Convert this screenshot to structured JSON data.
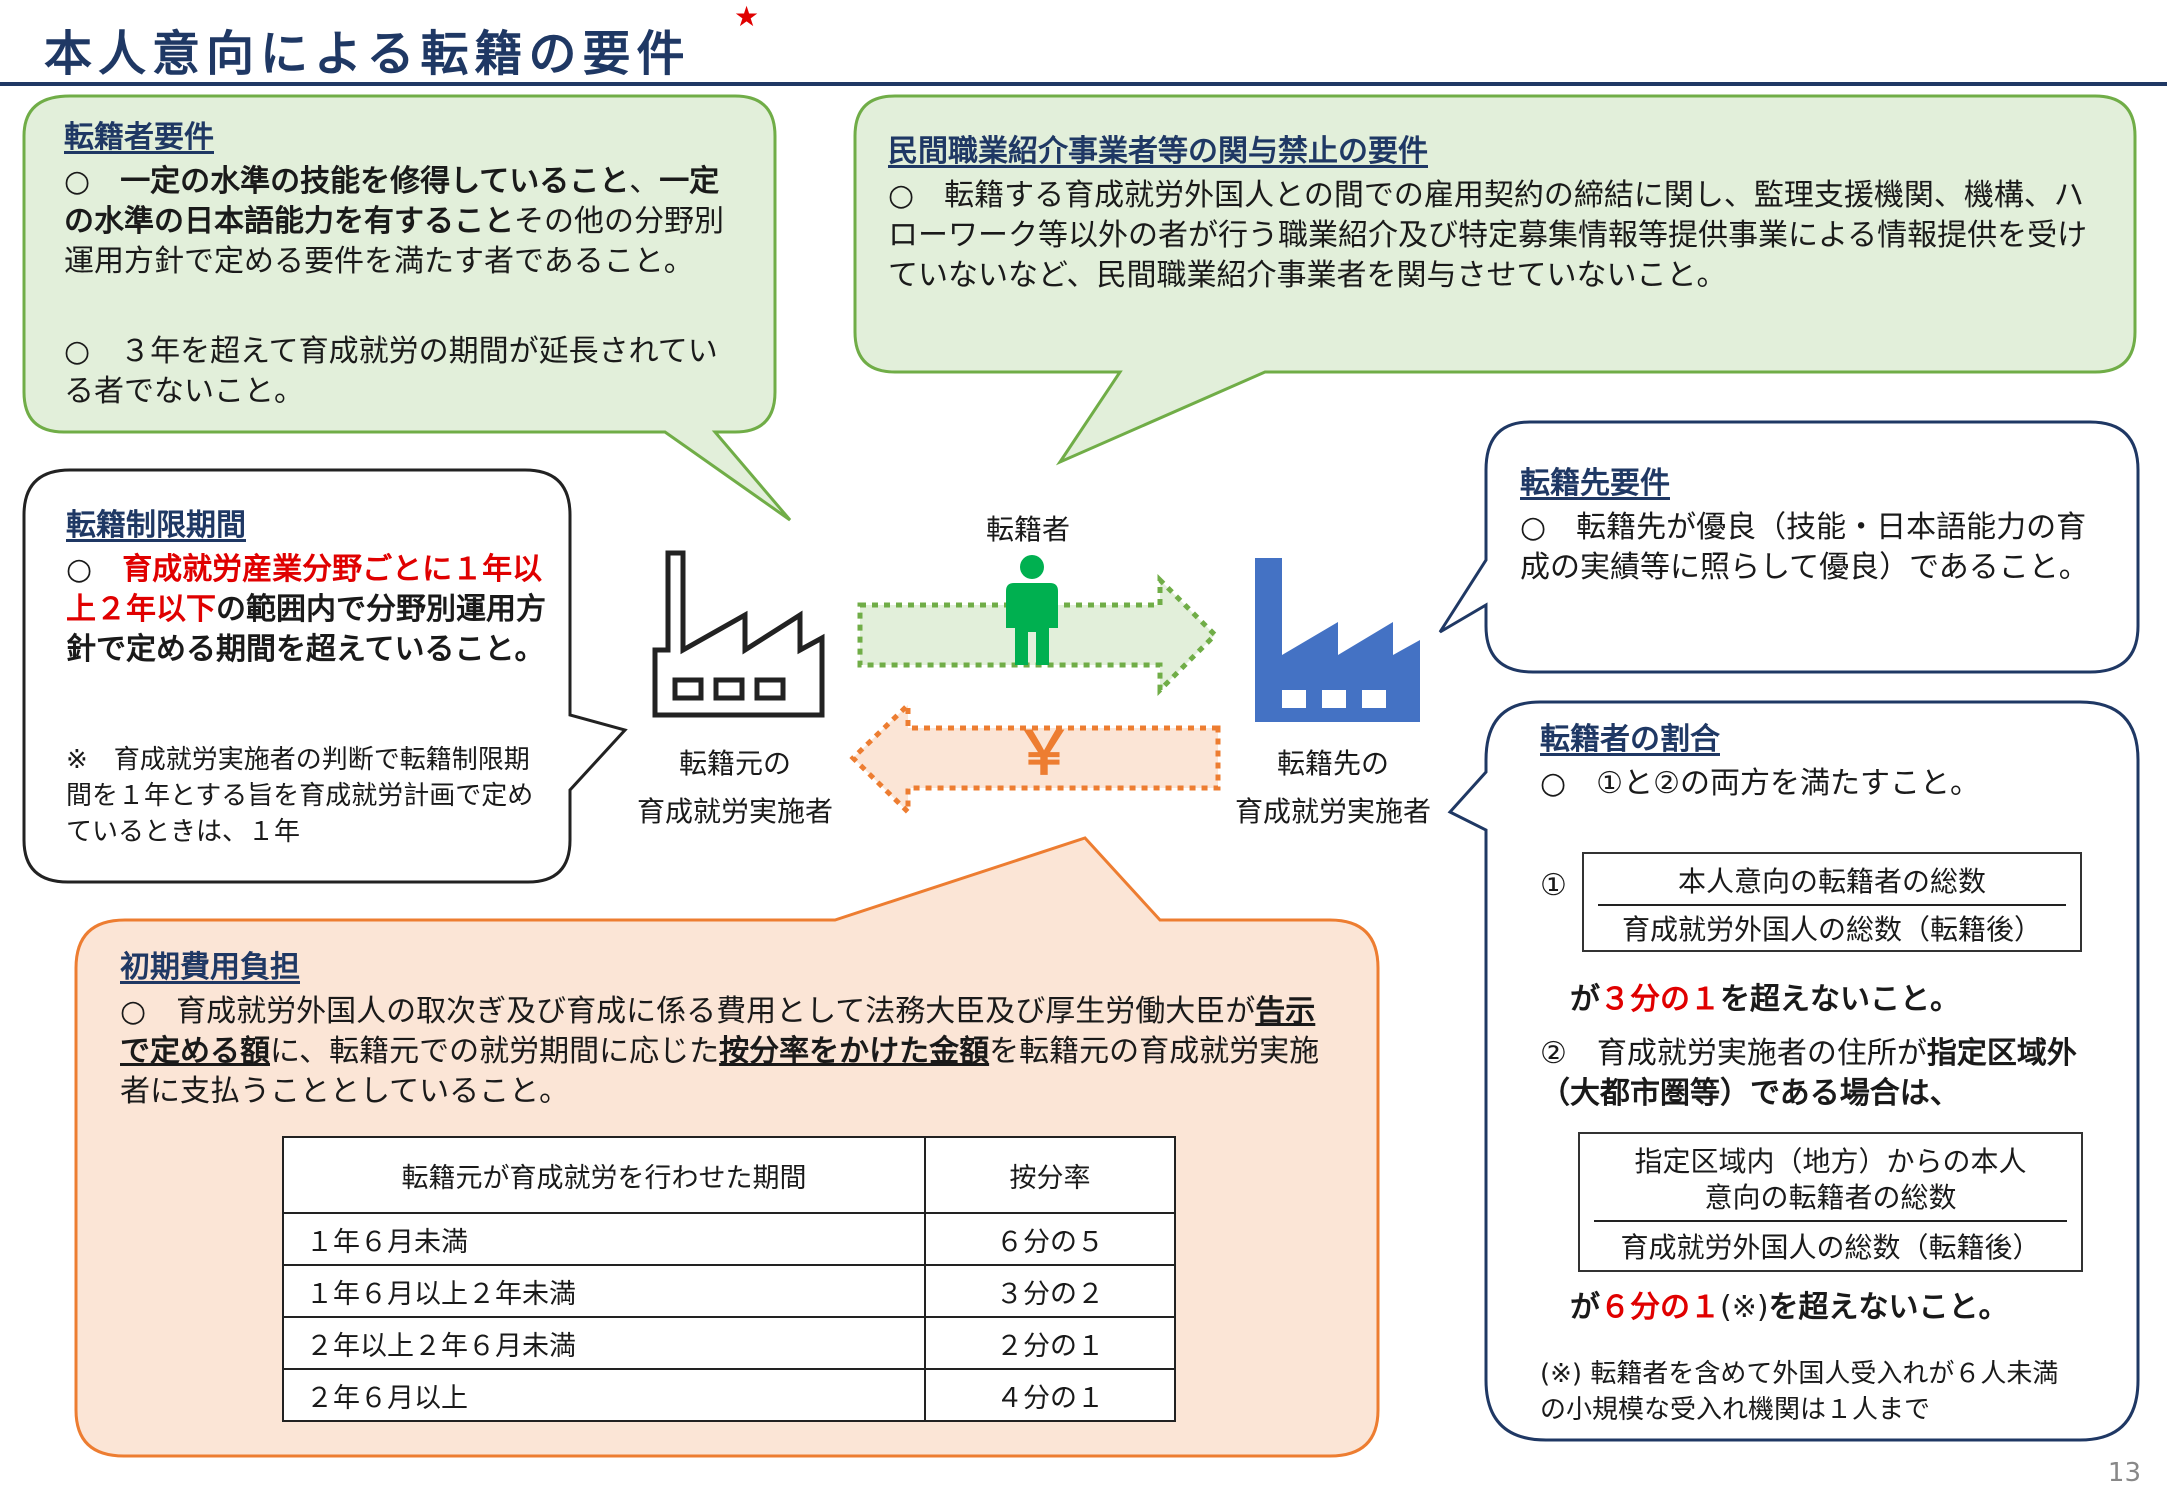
{
  "title": "本人意向による転籍の要件",
  "title_mark": "★",
  "page_number": "13",
  "transferee_req": {
    "heading": "転籍者要件",
    "item1_bullet": "○",
    "item1_b1": "一定の水準の技能を修得していること",
    "item1_t1": "、",
    "item1_b2": "一定の水準の日本語能力を有すること",
    "item1_t2": "その他の分野別運用方針で定める要件を満たす者であること。",
    "item2": "○　３年を超えて育成就労の期間が延長されている者でないこと。"
  },
  "restriction_period": {
    "heading": "転籍制限期間",
    "bullet": "○",
    "red1": "育成就労産業分野ごとに",
    "red2": "１年以上２年以下",
    "bold1": "の範囲内で分野別運用方針で定める期間を超えていること。",
    "note": "※　育成就労実施者の判断で転籍制限期間を１年とする旨を育成就労計画で定めているときは、１年"
  },
  "private_agency": {
    "heading": "民間職業紹介事業者等の関与禁止の要件",
    "body": "○　転籍する育成就労外国人との間での雇用契約の締結に関し、監理支援機関、機構、ハローワーク等以外の者が行う職業紹介及び特定募集情報等提供事業による情報提供を受けていないなど、民間職業紹介事業者を関与させていないこと。"
  },
  "destination_req": {
    "heading": "転籍先要件",
    "body": "○　転籍先が優良（技能・日本語能力の育成の実績等に照らして優良）であること。"
  },
  "diagram": {
    "person_label": "転籍者",
    "source_label_1": "転籍元の",
    "source_label_2": "育成就労実施者",
    "dest_label_1": "転籍先の",
    "dest_label_2": "育成就労実施者",
    "yen_symbol": "￥"
  },
  "ratio": {
    "heading": "転籍者の割合",
    "intro": "○　①と②の両方を満たすこと。",
    "c1_mark": "①",
    "c1_num": "本人意向の転籍者の総数",
    "c1_den": "育成就労外国人の総数（転籍後）",
    "c1_pre": "が",
    "c1_red": "３分の１",
    "c1_post": "を超えないこと。",
    "c2_lead": "②　育成就労実施者の住所が",
    "c2_bold": "指定区域外（大都市圏等）である場合は、",
    "c2_num1": "指定区域内（地方）からの本人",
    "c2_num2": "意向の転籍者の総数",
    "c2_den": "育成就労外国人の総数（転籍後）",
    "c2_pre": "が",
    "c2_red": "６分の１",
    "c2_mid": "(※)",
    "c2_post": "を超えないこと。",
    "footnote": "(※) 転籍者を含めて外国人受入れが６人未満の小規模な受入れ機関は１人まで"
  },
  "initial_cost": {
    "heading": "初期費用負担",
    "t1": "○　育成就労外国人の取次ぎ及び育成に係る費用として法務大臣及び厚生労働大臣が",
    "u1": "告示で定める額",
    "t2": "に、転籍元での就労期間に応じた",
    "u2": "按分率をかけた金額",
    "t3": "を転籍元の育成就労実施者に支払うこととしていること。",
    "table": {
      "headers": [
        "転籍元が育成就労を行わせた期間",
        "按分率"
      ],
      "rows": [
        [
          "１年６月未満",
          "６分の５"
        ],
        [
          "１年６月以上２年未満",
          "３分の２"
        ],
        [
          "２年以上２年６月未満",
          "２分の１"
        ],
        [
          "２年６月以上",
          "４分の１"
        ]
      ]
    }
  },
  "colors": {
    "green_fill": "#e2efda",
    "green_border": "#70ad47",
    "orange_fill": "#fbe5d6",
    "orange_border": "#ed7d31",
    "navy": "#1f3864",
    "blue_factory": "#4472c4",
    "person": "#00b050",
    "red": "#e00000"
  }
}
